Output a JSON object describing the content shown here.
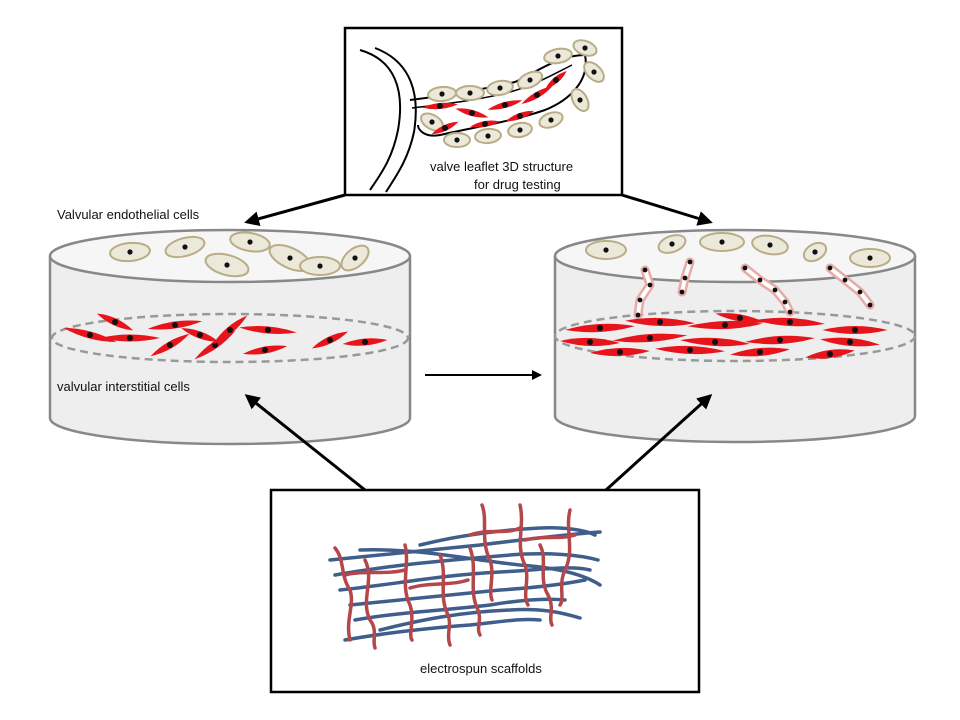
{
  "panels": {
    "leaflet": {
      "line1": "valve leaflet 3D structure",
      "line2": "for drug testing"
    },
    "scaffold": {
      "label": "electrospun scaffolds"
    }
  },
  "labels": {
    "endothelial": "Valvular endothelial cells",
    "interstitial": "valvular interstitial cells"
  },
  "colors": {
    "vic": "#e8141b",
    "vic_nucleus": "#111111",
    "vec_fill": "#ece9da",
    "vec_stroke": "#b8ad87",
    "transitioning_cell": "#e7aaa6",
    "scaffold_fiber_blue": "#3f5e8c",
    "scaffold_fiber_red": "#b4474a",
    "dish_fill": "#efefef",
    "dish_stroke": "#8a8a8a"
  },
  "icons": [
    "arrow-icon",
    "cell-icon",
    "nucleus-icon"
  ]
}
